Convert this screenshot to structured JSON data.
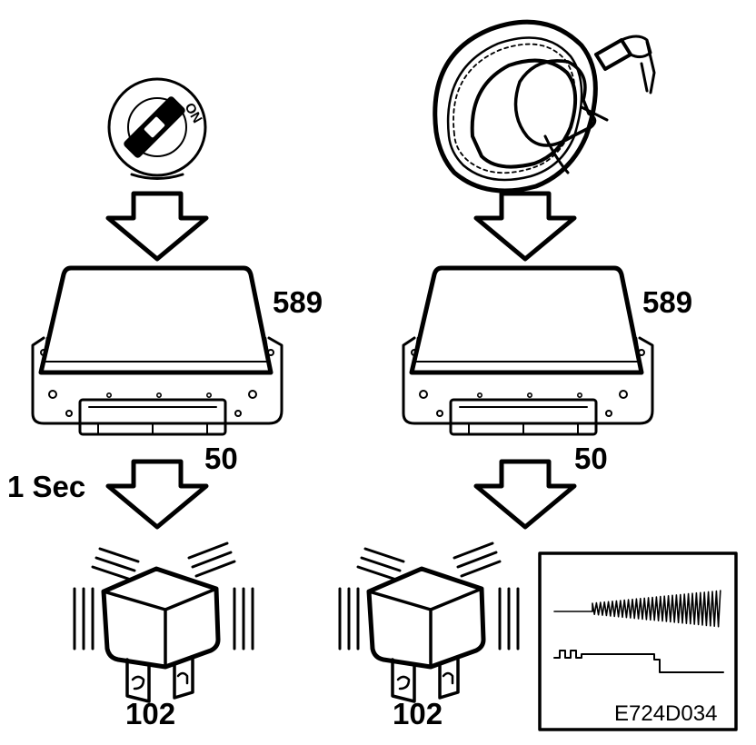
{
  "ignition": {
    "switch_text": "ON"
  },
  "left_column": {
    "ecu_label": "589",
    "connector_label": "50",
    "delay_label": "1 Sec",
    "relay_label": "102"
  },
  "right_column": {
    "ecu_label": "589",
    "connector_label": "50",
    "relay_label": "102"
  },
  "figure_code": "E724D034"
}
